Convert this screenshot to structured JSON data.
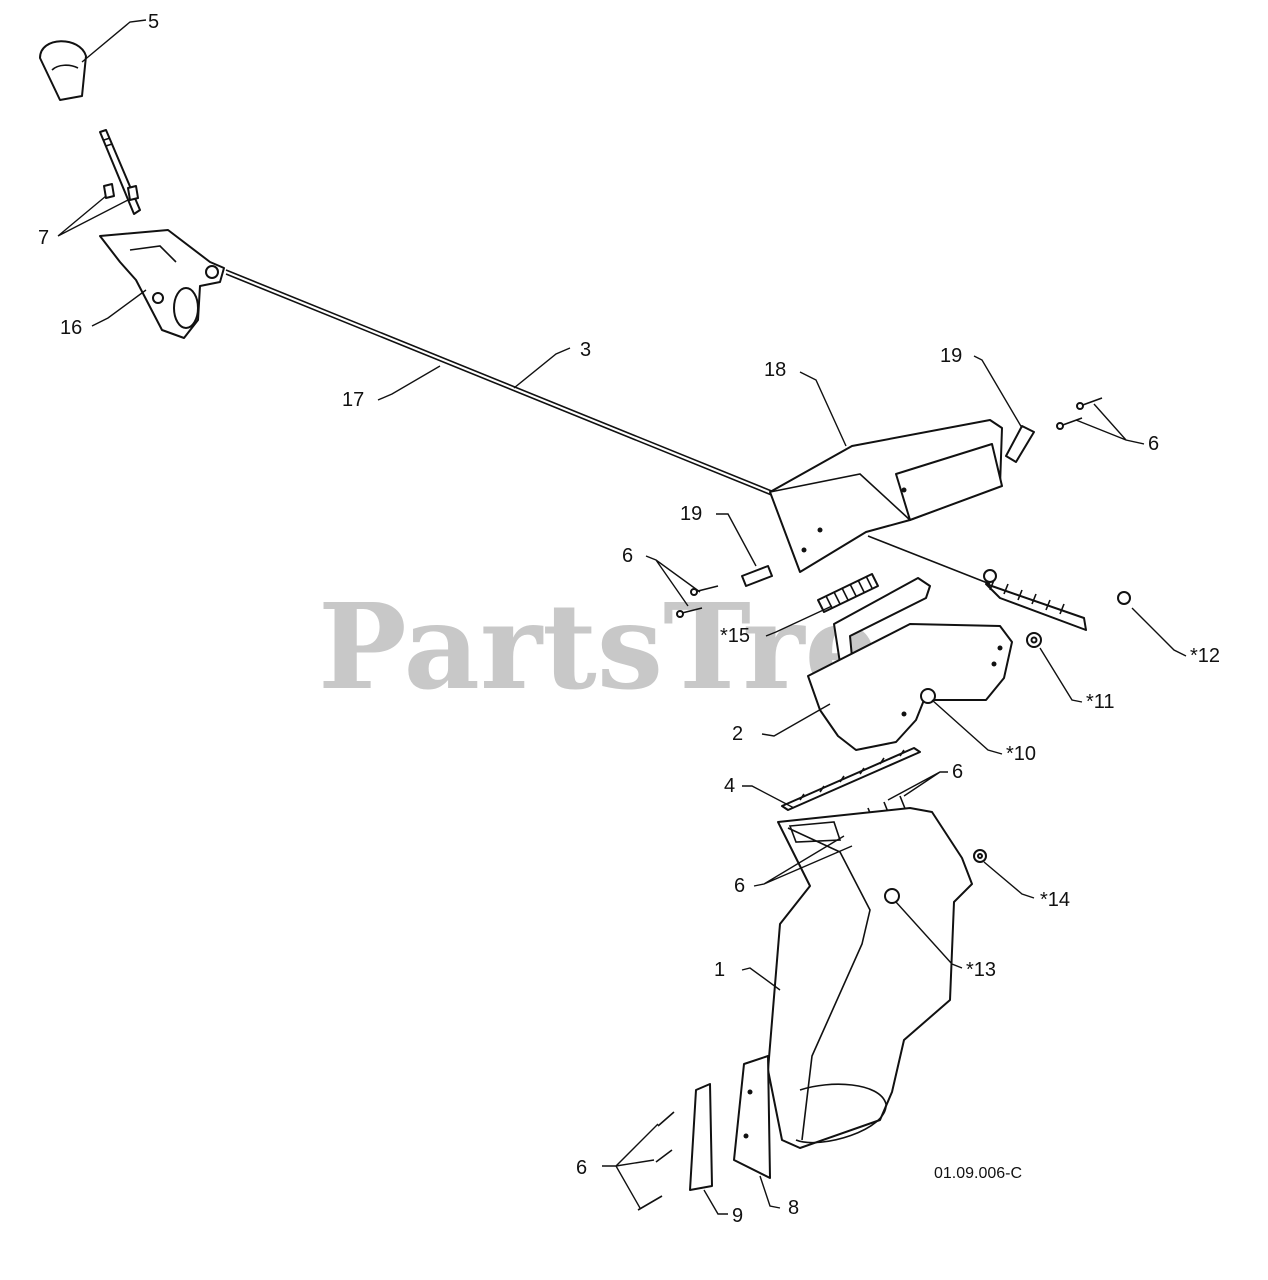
{
  "watermark": "PartsTree",
  "drawing_code": "01.09.006-C",
  "callouts": {
    "knob": "5",
    "bolts_top": "7",
    "lever_bracket": "16",
    "rod": "17",
    "cable": "3",
    "upper_chute": "18",
    "clip_upper": "19",
    "rivets_upper": "6",
    "clip_mid": "19",
    "rivets_mid": "6",
    "spring": "*15",
    "nut_12": "*12",
    "washer_11": "*11",
    "deflector": "2",
    "pin_10": "*10",
    "strip_4": "4",
    "rivets_4": "6",
    "rivets_left": "6",
    "nut_14": "*14",
    "pin_13": "*13",
    "lower_chute": "1",
    "rivets_bottom": "6",
    "plate_9": "9",
    "plate_8": "8"
  }
}
